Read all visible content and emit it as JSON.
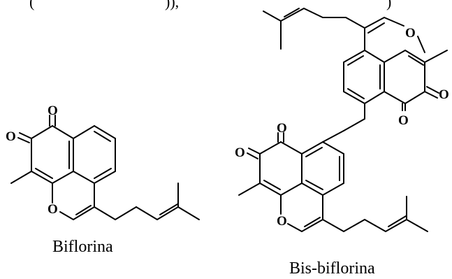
{
  "top_fragments": {
    "left": "(",
    "left_close": ")),",
    "right_close": ")"
  },
  "molecules": [
    {
      "name": "Biflorina"
    },
    {
      "name": "Bis-biflorina"
    }
  ],
  "atom_labels": {
    "oxygen": "O"
  }
}
